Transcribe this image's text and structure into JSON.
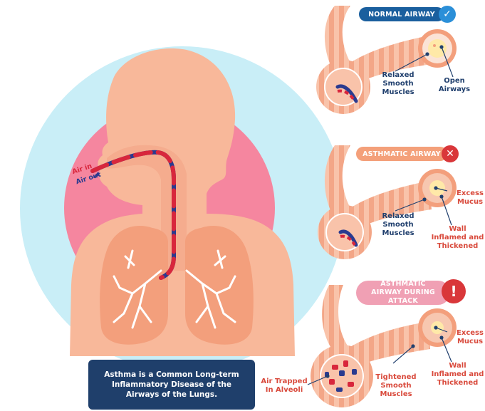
{
  "airflow": {
    "in": "Air in",
    "out": "Air out"
  },
  "caption": "Asthma is a Common Long-term Inflammatory Disease of the Airways of the Lungs.",
  "panels": {
    "normal": {
      "badge": "NORMAL AIRWAY",
      "status_icon": "check-icon",
      "label_muscles": "Relaxed Smooth Muscles",
      "label_open": "Open Airways"
    },
    "asthmatic": {
      "badge": "ASTHMATIC AIRWAY",
      "status_icon": "cross-icon",
      "label_muscles": "Relaxed Smooth Muscles",
      "label_mucus": "Excess Mucus",
      "label_wall": "Wall Inflamed and Thickened"
    },
    "attack": {
      "badge": "ASTHMATIC AIRWAY DURING ATTACK",
      "status_icon": "exclamation-icon",
      "label_trapped": "Air Trapped In Alveoli",
      "label_muscles": "Tightened Smooth Muscles",
      "label_mucus": "Excess Mucus",
      "label_wall": "Wall Inflamed and Thickened"
    }
  },
  "colors": {
    "navy": "#1f3f6b",
    "blue_badge": "#1a5f9e",
    "orange_badge": "#f4a07a",
    "pink_badge": "#f0a0b4",
    "alert_red": "#d9373a",
    "check_blue": "#2b8fd8",
    "bg_circle": "#c9eef7",
    "pink_circle": "#f5869f",
    "skin": "#f8b89a"
  }
}
